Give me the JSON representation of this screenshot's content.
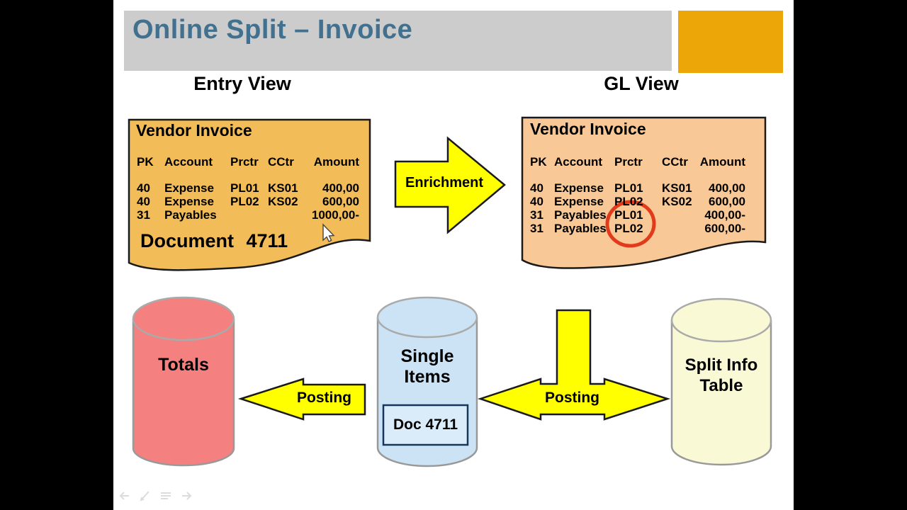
{
  "slide": {
    "title": "Online Split – Invoice",
    "entry_view_label": "Entry View",
    "gl_view_label": "GL View"
  },
  "entry_invoice": {
    "title": "Vendor Invoice",
    "headers": {
      "pk": "PK",
      "account": "Account",
      "prctr": "Prctr",
      "cctr": "CCtr",
      "amount": "Amount"
    },
    "rows": [
      {
        "pk": "40",
        "account": "Expense",
        "prctr": "PL01",
        "cctr": "KS01",
        "amount": "400,00"
      },
      {
        "pk": "40",
        "account": "Expense",
        "prctr": "PL02",
        "cctr": "KS02",
        "amount": "600,00"
      },
      {
        "pk": "31",
        "account": "Payables",
        "amount": "1000,00-"
      }
    ],
    "document_label": "Document 4711"
  },
  "gl_invoice": {
    "title": "Vendor Invoice",
    "headers": {
      "pk": "PK",
      "account": "Account",
      "prctr": "Prctr",
      "cctr": "CCtr",
      "amount": "Amount"
    },
    "rows": [
      {
        "pk": "40",
        "account": "Expense",
        "prctr": "PL01",
        "cctr": "KS01",
        "amount": "400,00"
      },
      {
        "pk": "40",
        "account": "Expense",
        "prctr": "PL02",
        "cctr": "KS02",
        "amount": "600,00"
      },
      {
        "pk": "31",
        "account": "Payables",
        "prctr": "PL01",
        "amount": "400,00-"
      },
      {
        "pk": "31",
        "account": "Payables",
        "prctr": "PL02",
        "amount": "600,00-"
      }
    ]
  },
  "flow": {
    "enrichment_label": "Enrichment",
    "posting_left_label": "Posting",
    "posting_right_label": "Posting"
  },
  "datastores": {
    "totals_label": "Totals",
    "single_items_label": "Single Items",
    "doc_box_label": "Doc 4711",
    "split_info_label": "Split Info Table"
  },
  "colors": {
    "title_text": "#42708f",
    "title_bar": "#cccccc",
    "accent_rect": "#eda607",
    "entry_invoice_fill": "#f2bd59",
    "gl_invoice_fill": "#f8c897",
    "arrow_fill": "#ffff00",
    "totals_fill": "#f4807f",
    "single_items_fill": "#cbe3f5",
    "doc_box_fill": "#daecfa",
    "split_info_fill": "#faf9d6",
    "highlight_circle": "#e23b1c"
  }
}
